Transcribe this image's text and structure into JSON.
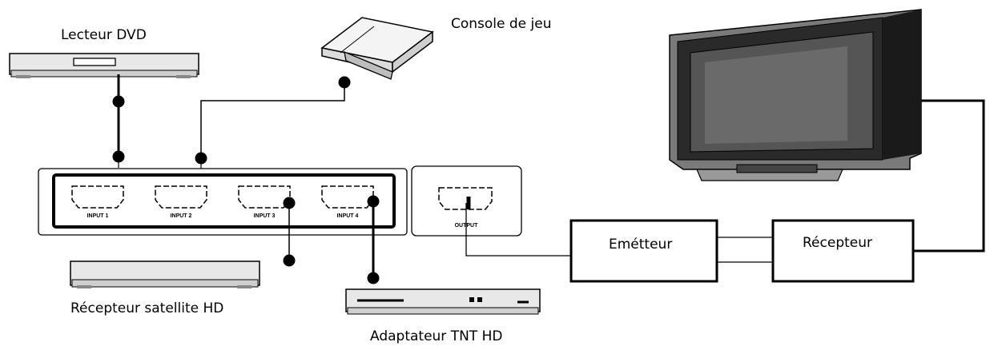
{
  "devices": {
    "dvd": "Lecteur DVD",
    "console": "Console de jeu",
    "satellite": "Récepteur satellite HD",
    "tnt": "Adaptateur TNT HD"
  },
  "switch": {
    "inputs": [
      "INPUT 1",
      "INPUT 2",
      "INPUT 3",
      "INPUT 4"
    ],
    "output": "OUTPUT"
  },
  "transmitter": "Emétteur",
  "receiver": "Récepteur"
}
